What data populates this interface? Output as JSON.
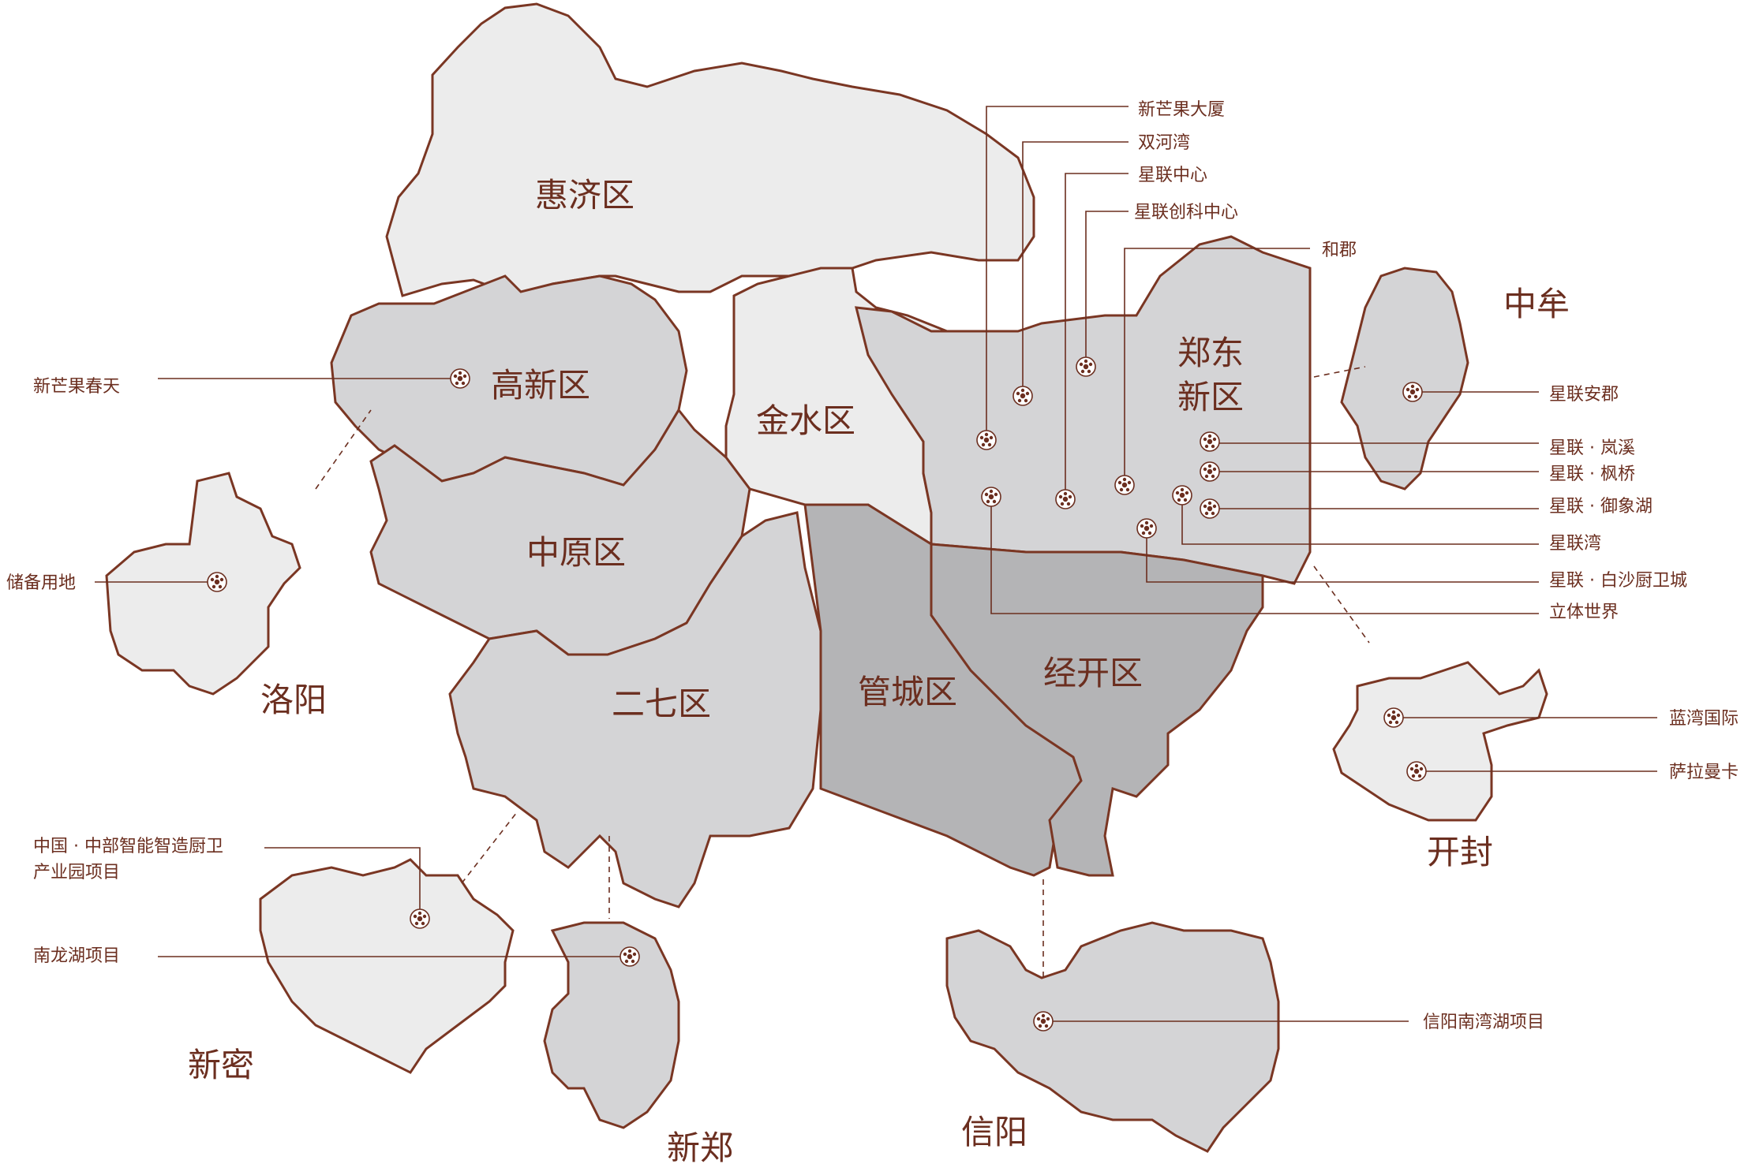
{
  "colors": {
    "light": "#ececec",
    "medium": "#d4d4d6",
    "dark": "#b4b4b6",
    "outline": "#7a3623",
    "text": "#6b2e1f"
  },
  "regions": {
    "huiji": "惠济区",
    "gaoxin": "高新区",
    "jinshui": "金水区",
    "zhengdong_line1": "郑东",
    "zhengdong_line2": "新区",
    "zhongyuan": "中原区",
    "erqi": "二七区",
    "guancheng": "管城区",
    "jingkai": "经开区"
  },
  "cities": {
    "luoyang": "洛阳",
    "xinmi": "新密",
    "xinzheng": "新郑",
    "xinyang": "信阳",
    "zhongmou": "中牟",
    "kaifeng": "开封"
  },
  "projects": {
    "xinmangguo_dasha": "新芒果大厦",
    "shuanghewan": "双河湾",
    "xinglian_zhongxin": "星联中心",
    "xinglian_chuangke": "星联创科中心",
    "hejun": "和郡",
    "xinmangguo_chuntian": "新芒果春天",
    "xinglian_anjun": "星联安郡",
    "xinglian_lanxi": "星联 · 岚溪",
    "xinglian_fengqiao": "星联 · 枫桥",
    "xinglian_yuxianghu": "星联 · 御象湖",
    "xinglianwan": "星联湾",
    "xinglian_baisha": "星联 · 白沙厨卫城",
    "liti_shijie": "立体世界",
    "chubei_yongdi": "储备用地",
    "lanwan_guoji": "蓝湾国际",
    "salamanka": "萨拉曼卡",
    "zhongbu_line1": "中国 · 中部智能智造厨卫",
    "zhongbu_line2": "产业园项目",
    "nanlonghu": "南龙湖项目",
    "xinyang_nanwanhu": "信阳南湾湖项目"
  }
}
